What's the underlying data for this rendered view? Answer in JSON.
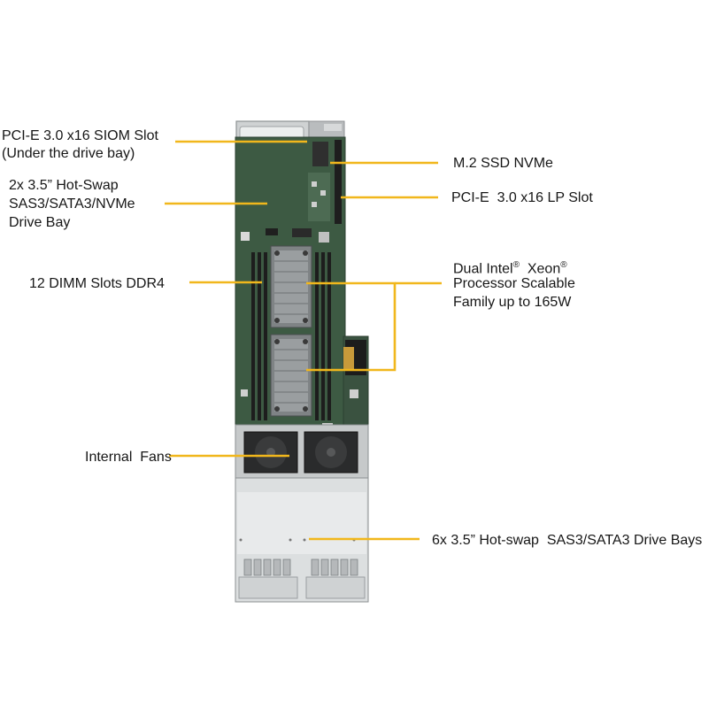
{
  "labels": {
    "siom_slot_line1": "PCI-E 3.0 x16 SIOM Slot",
    "siom_slot_line2": "(Under the drive bay)",
    "drive_bay_line1": "2x 3.5” Hot-Swap",
    "drive_bay_line2": "SAS3/SATA3/NVMe",
    "drive_bay_line3": "Drive Bay",
    "dimm_slots": "12 DIMM Slots DDR4",
    "internal_fans": "Internal  Fans",
    "m2_ssd": "M.2 SSD NVMe",
    "lp_slot": "PCI-E  3.0 x16 LP Slot",
    "processor_line1_a": "Dual Intel",
    "processor_line1_b": "Xeon",
    "processor_mark": "®",
    "processor_line2": "Processor Scalable",
    "processor_line3": "Family up to 165W",
    "front_drive_bays": "6x 3.5” Hot-swap  SAS3/SATA3 Drive Bays"
  },
  "colors": {
    "leader_line": "#f1b71c",
    "chassis_metal": "#c9cccd",
    "pcb_green": "#3d5a43",
    "heatsink": "#8c8f90"
  }
}
